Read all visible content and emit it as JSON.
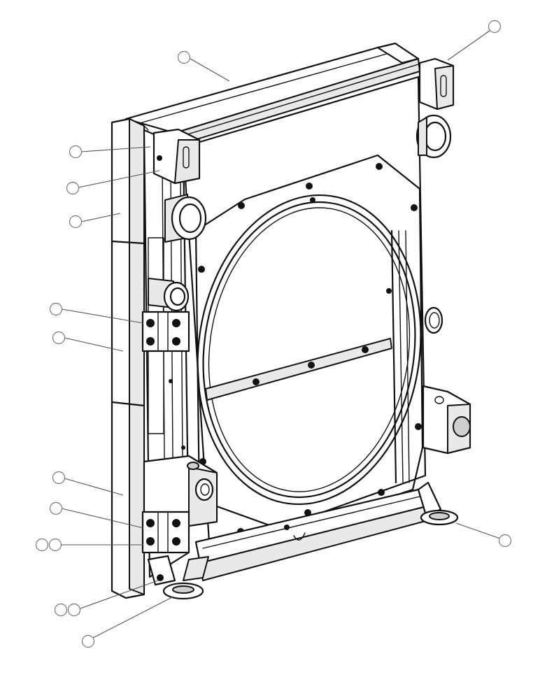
{
  "drawing": {
    "view": "isometric",
    "line_color": "#111111",
    "bubble_color": "#777777",
    "background": "#ffffff"
  },
  "callouts": [
    {
      "id": "c1",
      "label": ""
    },
    {
      "id": "c2",
      "label": ""
    },
    {
      "id": "c3",
      "label": ""
    },
    {
      "id": "c4",
      "label": ""
    },
    {
      "id": "c5",
      "label": ""
    },
    {
      "id": "c6",
      "label": ""
    },
    {
      "id": "c7",
      "label": ""
    },
    {
      "id": "c8",
      "label": ""
    },
    {
      "id": "c9",
      "label": ""
    },
    {
      "id": "c10",
      "label": ""
    },
    {
      "id": "c11",
      "label": ""
    },
    {
      "id": "c12",
      "label": ""
    },
    {
      "id": "c13",
      "label": ""
    },
    {
      "id": "c14",
      "label": ""
    },
    {
      "id": "c15",
      "label": ""
    }
  ]
}
